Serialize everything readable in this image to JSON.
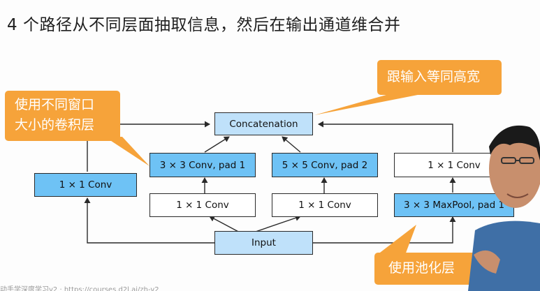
{
  "title": "4 个路径从不同层面抽取信息，然后在输出通道维合并",
  "callouts": {
    "top_right": "跟输入等同高宽",
    "left_line1": "使用不同窗口",
    "left_line2": "大小的卷积层",
    "bottom_right": "使用池化层"
  },
  "nodes": {
    "concat": "Concatenation",
    "input": "Input",
    "p1_conv1": "1 × 1 Conv",
    "p2_conv1": "1 × 1 Conv",
    "p2_conv3": "3 × 3 Conv, pad 1",
    "p3_conv1": "1 × 1 Conv",
    "p3_conv5": "5 × 5 Conv, pad 2",
    "p4_pool": "3 × 3 MaxPool, pad 1",
    "p4_conv1": "1 × 1 Conv"
  },
  "footer": "动手学深度学习v2 · https://courses.d2l.ai/zh-v2",
  "colors": {
    "accent_orange": "#f6a33a",
    "node_blue": "#6ec2f5",
    "node_light_blue": "#bfe1fa"
  }
}
